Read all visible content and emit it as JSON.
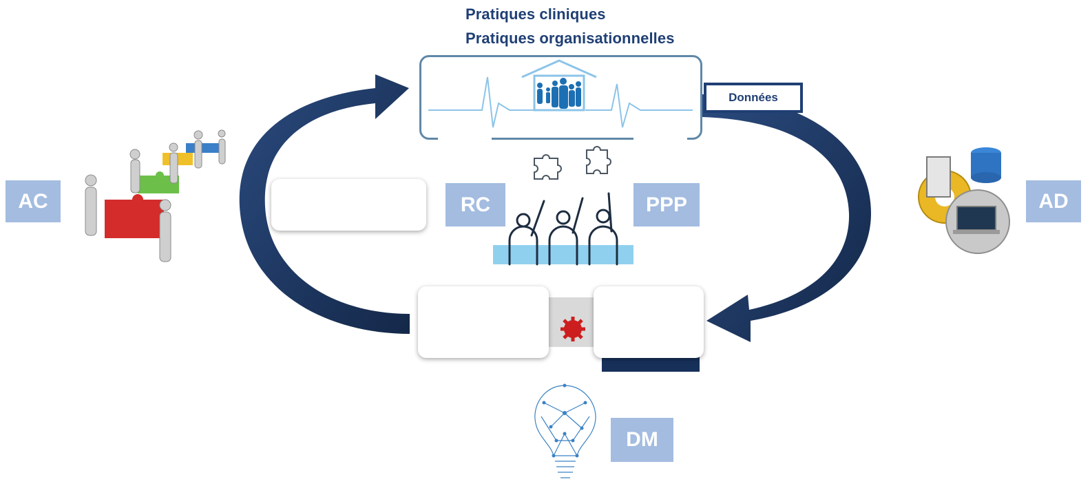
{
  "header": {
    "line1": "Pratiques cliniques",
    "line2": "Pratiques organisationnelles"
  },
  "labels": {
    "ac": "AC",
    "rc": "RC",
    "ppp": "PPP",
    "ad": "AD",
    "dm": "DM",
    "donnees": "Données"
  },
  "colors": {
    "arrow": "#1b3461",
    "label_box": "#a3bce0",
    "title_text": "#1f3f74"
  }
}
